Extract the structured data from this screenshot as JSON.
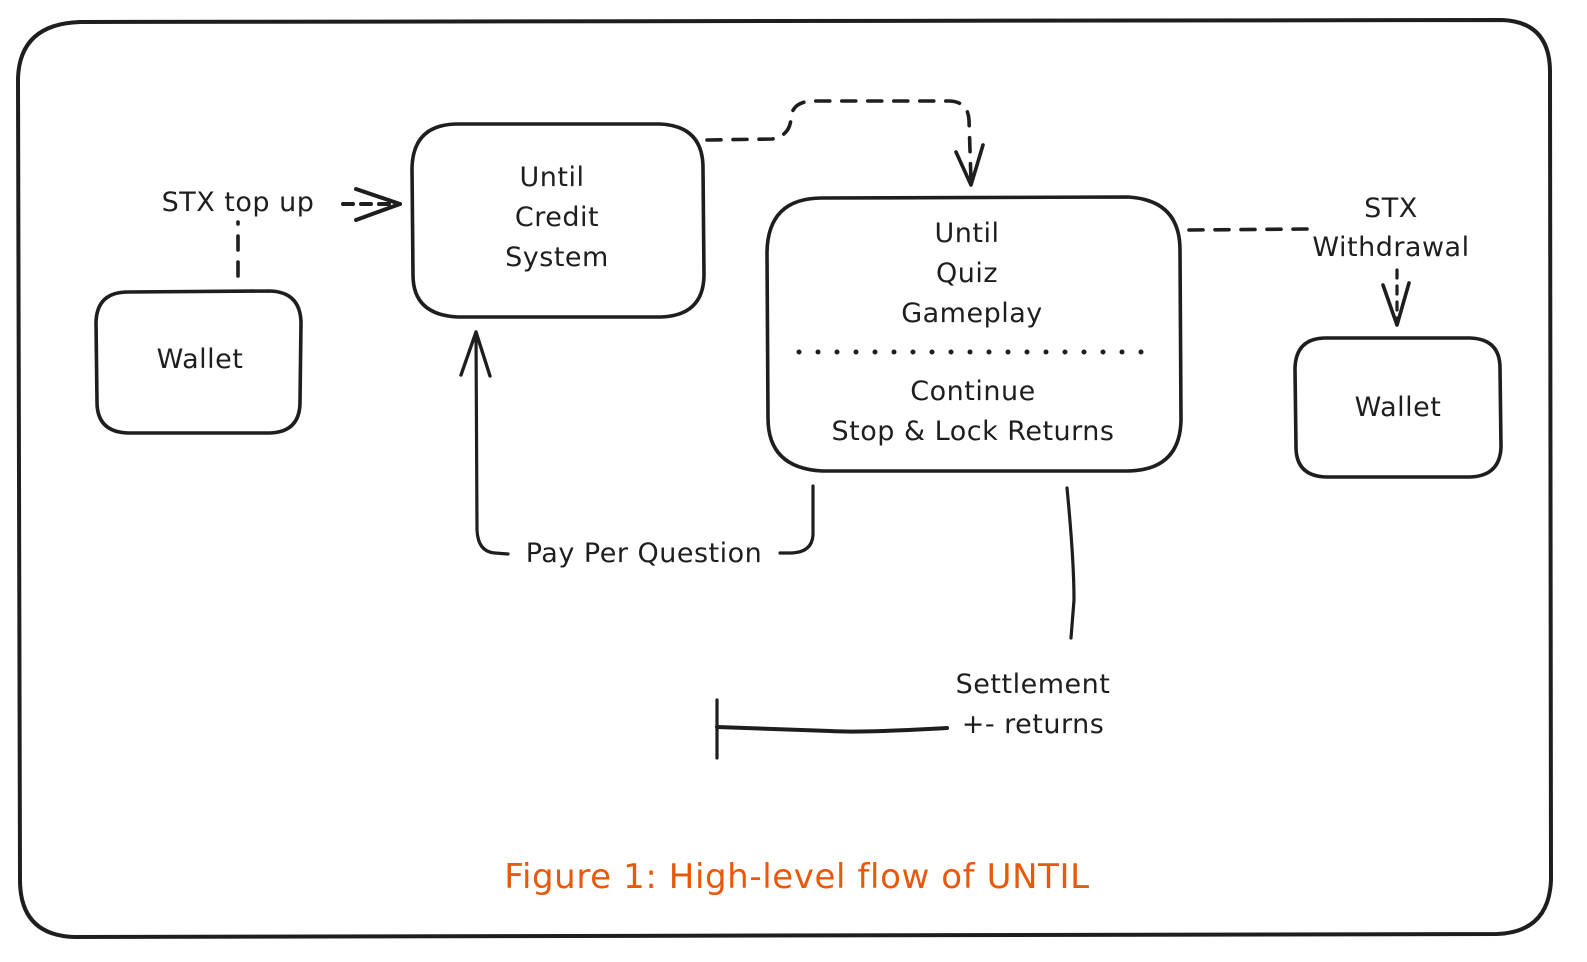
{
  "diagram": {
    "title": "High-level flow of UNTIL",
    "caption": "Figure 1: High-level flow of UNTIL",
    "caption_color": "#e8590c",
    "stroke_color": "#1e1e1e",
    "nodes": {
      "wallet_left": {
        "label": "Wallet"
      },
      "credit_system": {
        "lines": [
          "Until",
          "Credit",
          "System"
        ]
      },
      "quiz_gameplay": {
        "lines": [
          "Until",
          "Quiz",
          "Gameplay"
        ],
        "actions": [
          "Continue",
          "Stop & Lock Returns"
        ]
      },
      "wallet_right": {
        "label": "Wallet"
      }
    },
    "edges": {
      "topup": {
        "label": "STX top up",
        "from": "Wallet",
        "to": "Until Credit System",
        "style": "dashed"
      },
      "credit_to_quiz": {
        "label": "",
        "from": "Until Credit System",
        "to": "Until Quiz Gameplay",
        "style": "dashed"
      },
      "withdrawal": {
        "lines": [
          "STX",
          "Withdrawal"
        ],
        "from": "Until Quiz Gameplay",
        "to": "Wallet",
        "style": "dashed"
      },
      "pay_per_question": {
        "label": "Pay Per Question",
        "from": "Until Quiz Gameplay",
        "to": "Until Credit System",
        "style": "solid"
      },
      "settlement": {
        "lines": [
          "Settlement",
          "+- returns"
        ],
        "from": "Until Quiz Gameplay",
        "to": "",
        "style": "solid"
      }
    }
  }
}
